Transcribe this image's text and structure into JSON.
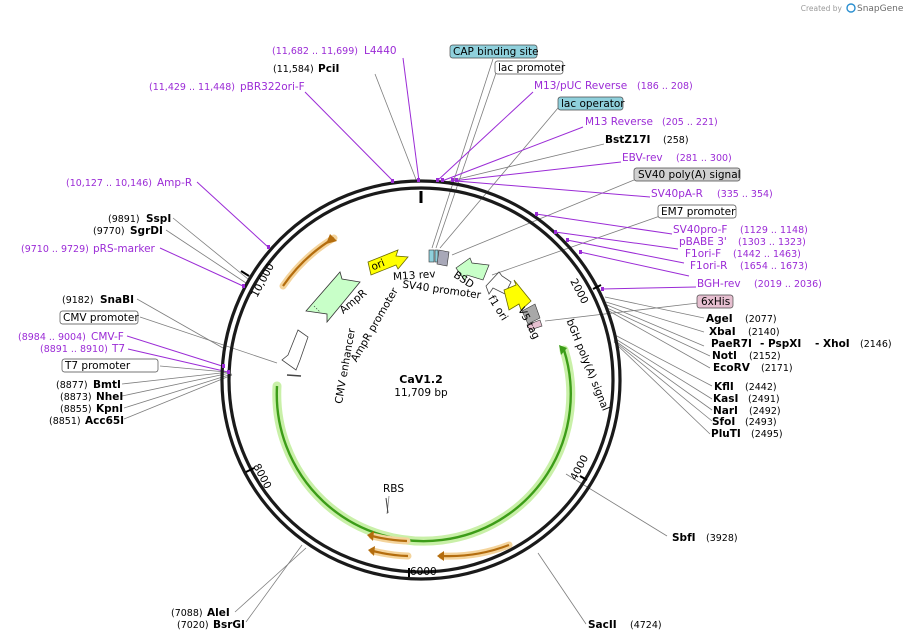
{
  "watermark": {
    "created_by": "Created by",
    "brand": "SnapGene"
  },
  "plasmid": {
    "name": "CaV1.2",
    "size": "11,709 bp"
  },
  "ticks": [
    "2000",
    "4000",
    "6000",
    "8000",
    "10,000"
  ],
  "boxed_labels": {
    "cap_binding_site": "CAP binding site",
    "lac_promoter": "lac promoter",
    "lac_operator": "lac operator",
    "sv40_polya_signal": "SV40 poly(A) signal",
    "em7_promoter": "EM7 promoter",
    "his_tag": "6xHis",
    "cmv_promoter": "CMV promoter",
    "t7_promoter": "T7 promoter"
  },
  "primers": {
    "l4440": {
      "name": "L4440",
      "coord": "(11,682 .. 11,699)"
    },
    "pbr322ori": {
      "name": "pBR322ori-F",
      "coord": "(11,429 .. 11,448)"
    },
    "m13puc": {
      "name": "M13/pUC Reverse",
      "coord": "(186 .. 208)"
    },
    "m13rev": {
      "name": "M13 Reverse",
      "coord": "(205 .. 221)"
    },
    "ebvrev": {
      "name": "EBV-rev",
      "coord": "(281 .. 300)"
    },
    "sv40par": {
      "name": "SV40pA-R",
      "coord": "(335 .. 354)"
    },
    "sv40prof": {
      "name": "SV40pro-F",
      "coord": "(1129 .. 1148)"
    },
    "pbabe3": {
      "name": "pBABE 3'",
      "coord": "(1303 .. 1323)"
    },
    "f1orif": {
      "name": "F1ori-F",
      "coord": "(1442 .. 1463)"
    },
    "f1orir": {
      "name": "F1ori-R",
      "coord": "(1654 .. 1673)"
    },
    "bghrev": {
      "name": "BGH-rev",
      "coord": "(2019 .. 2036)"
    },
    "ampr": {
      "name": "Amp-R",
      "coord": "(10,127 .. 10,146)"
    },
    "prsmarker": {
      "name": "pRS-marker",
      "coord": "(9710 .. 9729)"
    },
    "cmvf": {
      "name": "CMV-F",
      "coord": "(8984 .. 9004)"
    },
    "t7": {
      "name": "T7",
      "coord": "(8891 .. 8910)"
    }
  },
  "enzymes": {
    "pcii": {
      "name": "PciI",
      "coord": "(11,584)"
    },
    "bstz17i": {
      "name": "BstZ17I",
      "coord": "(258)"
    },
    "sspi": {
      "name": "SspI",
      "coord": "(9891)"
    },
    "sgrdi": {
      "name": "SgrDI",
      "coord": "(9770)"
    },
    "snabi": {
      "name": "SnaBI",
      "coord": "(9182)"
    },
    "bmti": {
      "name": "BmtI",
      "coord": "(8877)"
    },
    "nhei": {
      "name": "NheI",
      "coord": "(8873)"
    },
    "kpni": {
      "name": "KpnI",
      "coord": "(8855)"
    },
    "acc65i": {
      "name": "Acc65I",
      "coord": "(8851)"
    },
    "agei": {
      "name": "AgeI",
      "coord": "(2077)"
    },
    "xbai": {
      "name": "XbaI",
      "coord": "(2140)"
    },
    "paer7i": {
      "name": "PaeR7I",
      "sep1": "- PspXI",
      "sep2": "- XhoI",
      "coord": "(2146)"
    },
    "noti": {
      "name": "NotI",
      "coord": "(2152)"
    },
    "ecorv": {
      "name": "EcoRV",
      "coord": "(2171)"
    },
    "kfli": {
      "name": "KflI",
      "coord": "(2442)"
    },
    "kasi": {
      "name": "KasI",
      "coord": "(2491)"
    },
    "nari": {
      "name": "NarI",
      "coord": "(2492)"
    },
    "sfoi": {
      "name": "SfoI",
      "coord": "(2493)"
    },
    "pluti": {
      "name": "PluTI",
      "coord": "(2495)"
    },
    "sbfi": {
      "name": "SbfI",
      "coord": "(3928)"
    },
    "sacii": {
      "name": "SacII",
      "coord": "(4724)"
    },
    "alei": {
      "name": "AleI",
      "coord": "(7088)"
    },
    "bsrgi": {
      "name": "BsrGI",
      "coord": "(7020)"
    }
  },
  "features": {
    "ori": "ori",
    "m13rev": "M13 rev",
    "sv40_promoter": "SV40 promoter",
    "bsd": "BSD",
    "f1ori": "f1 ori",
    "v5tag": "V5 tag",
    "bgh": "bGH poly(A) signal",
    "ampr": "AmpR",
    "ampr_promoter": "AmpR promoter",
    "cmv_enhancer": "CMV enhancer",
    "rbs": "RBS"
  },
  "colors": {
    "primer": "#9b2bd6",
    "ori": "#ffff00",
    "bsd": "#c8ffc8",
    "cds": "#3c9d18",
    "cds_glow": "#c9f0a8",
    "orange": "#e89a2c",
    "box_teal": "#8fd0dc",
    "box_grey": "#d0d0d0",
    "box_pink": "#e6bfd0"
  }
}
